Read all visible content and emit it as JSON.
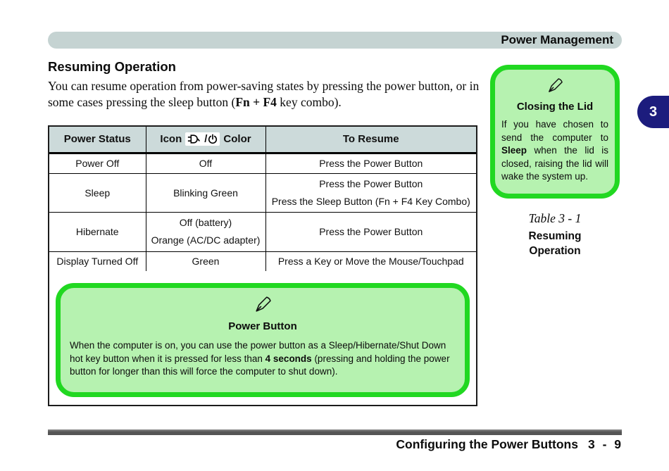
{
  "colors": {
    "header_bar_bg": "#c5d3d2",
    "table_header_bg": "#ccdada",
    "note_border": "#21d821",
    "note_bg": "#b6f2b0",
    "chapter_tab_bg": "#1c1c7d",
    "chapter_tab_text": "#ffffff",
    "footer_bar": "#555555"
  },
  "header": {
    "title": "Power Management"
  },
  "content": {
    "heading": "Resuming Operation",
    "intro": {
      "pre": "You can resume operation from power-saving states by pressing the power button, or in some cases pressing the sleep button (",
      "bold": "Fn + F4",
      "post": " key combo)."
    }
  },
  "table": {
    "header": {
      "power_status": "Power Status",
      "icon_label": "Icon",
      "icon_separator": "/",
      "color_label": "Color",
      "to_resume": "To Resume"
    },
    "rows": [
      {
        "status": "Power Off",
        "color_line1": "Off",
        "resume_line1": "Press the Power Button"
      },
      {
        "status": "Sleep",
        "color_line1": "Blinking Green",
        "resume_line1": "Press the Power Button",
        "resume_line2": "Press the Sleep Button (Fn + F4 Key Combo)"
      },
      {
        "status": "Hibernate",
        "color_line1": "Off (battery)",
        "color_line2": "Orange (AC/DC adapter)",
        "resume_line1": "Press the Power Button"
      },
      {
        "status": "Display Turned Off",
        "color_line1": "Green",
        "resume_line1": "Press a Key or Move the Mouse/Touchpad"
      }
    ]
  },
  "power_button_note": {
    "title": "Power Button",
    "body_pre": "When the computer is on, you can use the power button as a Sleep/Hibernate/Shut Down hot key button when it is pressed for less than ",
    "body_bold": "4 seconds",
    "body_post": " (pressing and holding the power button for longer than this will force the computer to shut down)."
  },
  "closing_lid_note": {
    "title": "Closing the Lid",
    "body_pre": "If you have chosen to send the computer to ",
    "body_bold": "Sleep",
    "body_post": " when the lid is closed, raising the lid will wake the system up."
  },
  "caption": {
    "table_number": "Table 3 - 1",
    "line1": "Resuming",
    "line2": "Operation"
  },
  "chapter_tab": {
    "number": "3"
  },
  "footer": {
    "section": "Configuring the Power Buttons",
    "page": "3 - 9"
  }
}
